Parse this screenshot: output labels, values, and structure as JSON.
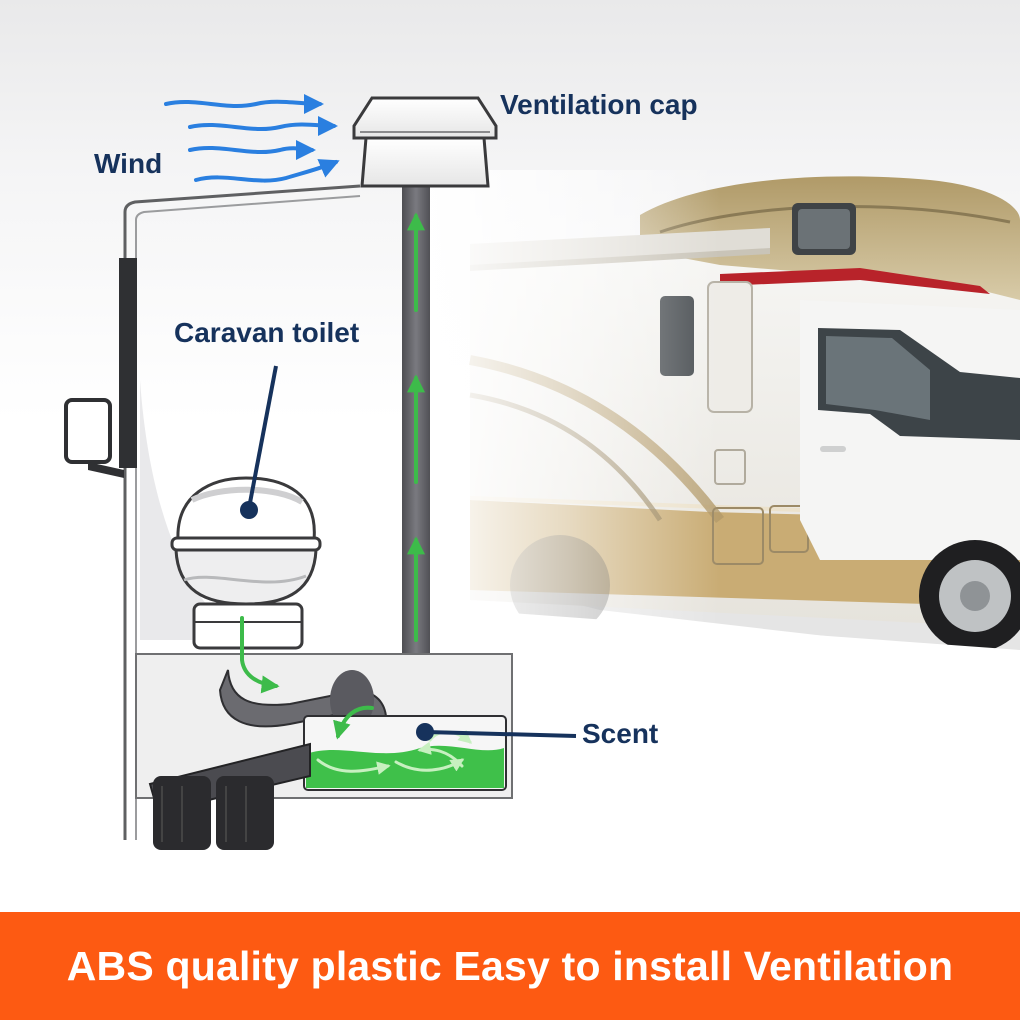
{
  "labels": {
    "wind": "Wind",
    "ventilation_cap": "Ventilation cap",
    "caravan_toilet": "Caravan toilet",
    "scent": "Scent"
  },
  "banner": {
    "text": "ABS quality plastic Easy to install Ventilation"
  },
  "colors": {
    "label_text": "#16325c",
    "banner_background": "#fd5a12",
    "banner_text": "#ffffff",
    "wind_arrows": "#2a7fe0",
    "airflow_arrows": "#3dbb4a",
    "tank_liquid": "#3fc04a"
  }
}
